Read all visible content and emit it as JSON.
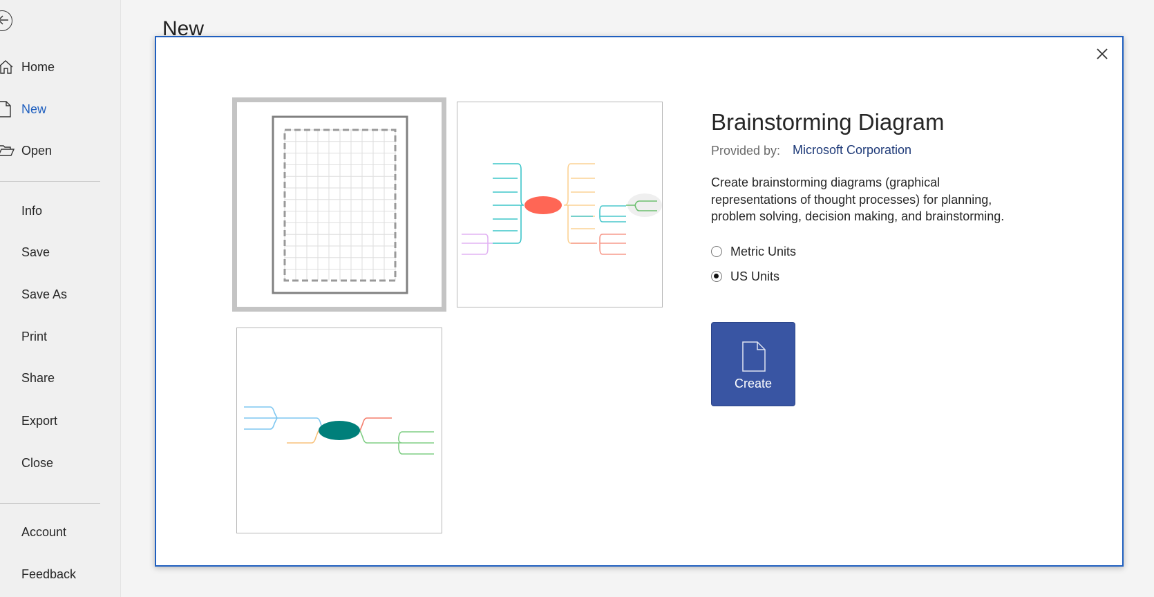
{
  "sidebar": {
    "back_label": "Back",
    "items": [
      {
        "label": "Home",
        "icon": "home-icon"
      },
      {
        "label": "New",
        "icon": "new-document-icon",
        "active": true
      },
      {
        "label": "Open",
        "icon": "folder-open-icon"
      },
      {
        "label": "Info"
      },
      {
        "label": "Save"
      },
      {
        "label": "Save As"
      },
      {
        "label": "Print"
      },
      {
        "label": "Share"
      },
      {
        "label": "Export"
      },
      {
        "label": "Close"
      },
      {
        "label": "Account"
      },
      {
        "label": "Feedback"
      }
    ]
  },
  "page": {
    "heading": "New"
  },
  "dialog": {
    "title": "Brainstorming Diagram",
    "provided_by_label": "Provided by:",
    "provider": "Microsoft Corporation",
    "description": "Create brainstorming diagrams (graphical representations of thought processes) for planning, problem solving, decision making, and brainstorming.",
    "units": [
      {
        "label": "Metric Units",
        "selected": false
      },
      {
        "label": "US Units",
        "selected": true
      }
    ],
    "create_label": "Create",
    "accent": "#3955a3"
  }
}
